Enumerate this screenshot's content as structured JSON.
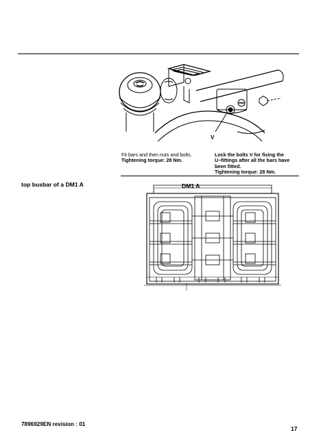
{
  "captions": {
    "left": {
      "line1": "Fit bars and then nuts and bolts.",
      "line2": "Tightening torque: 28 Nm."
    },
    "right": {
      "line1": "Lock the bolts V for fixing the",
      "line2": "U−fittings after all the bars have",
      "line3": "been fitted.",
      "line4": "Tightening torque: 28 Nm."
    }
  },
  "figure1": {
    "callout": "V"
  },
  "section": {
    "heading": "top busbar of a DM1 A"
  },
  "figure2": {
    "label": "DM1 A"
  },
  "footer": {
    "doc_ref": "7896929EN revision : 01",
    "page_number": "17"
  }
}
